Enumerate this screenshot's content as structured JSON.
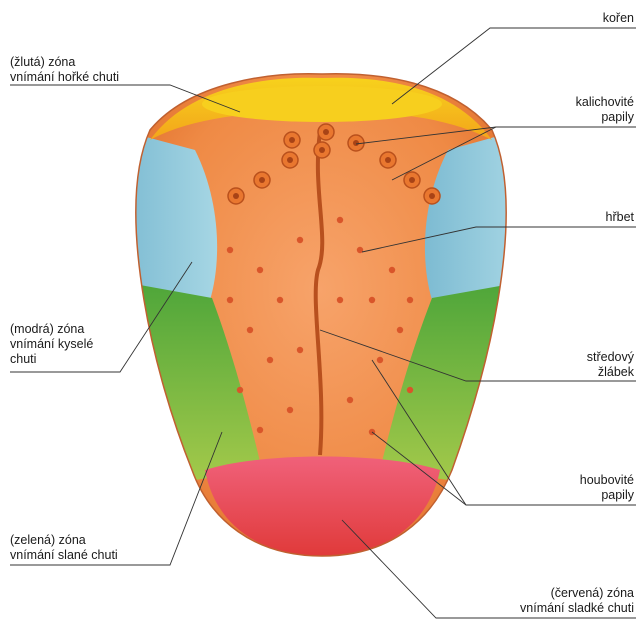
{
  "labels": {
    "koren": {
      "lines": [
        "kořen"
      ]
    },
    "zluta": {
      "lines": [
        "(žlutá) zóna",
        "vnímání hořké chuti"
      ]
    },
    "kalichovite": {
      "lines": [
        "kalichovité",
        "papily"
      ]
    },
    "hrbet": {
      "lines": [
        "hřbet"
      ]
    },
    "modra": {
      "lines": [
        "(modrá) zóna",
        "vnímání kyselé",
        "chuti"
      ]
    },
    "stredovy": {
      "lines": [
        "středový",
        "žlábek"
      ]
    },
    "houbovite": {
      "lines": [
        "houbovité",
        "papily"
      ]
    },
    "zelena": {
      "lines": [
        "(zelená) zóna",
        "vnímání slané chuti"
      ]
    },
    "cervena": {
      "lines": [
        "(červená) zóna",
        "vnímání sladké chuti"
      ]
    }
  },
  "zone_colors": {
    "bitter": "#f5c21a",
    "sour": "#8fc9dc",
    "salty": "#7ab83a",
    "sweet": "#e8454f",
    "body": "#f08a3c"
  }
}
